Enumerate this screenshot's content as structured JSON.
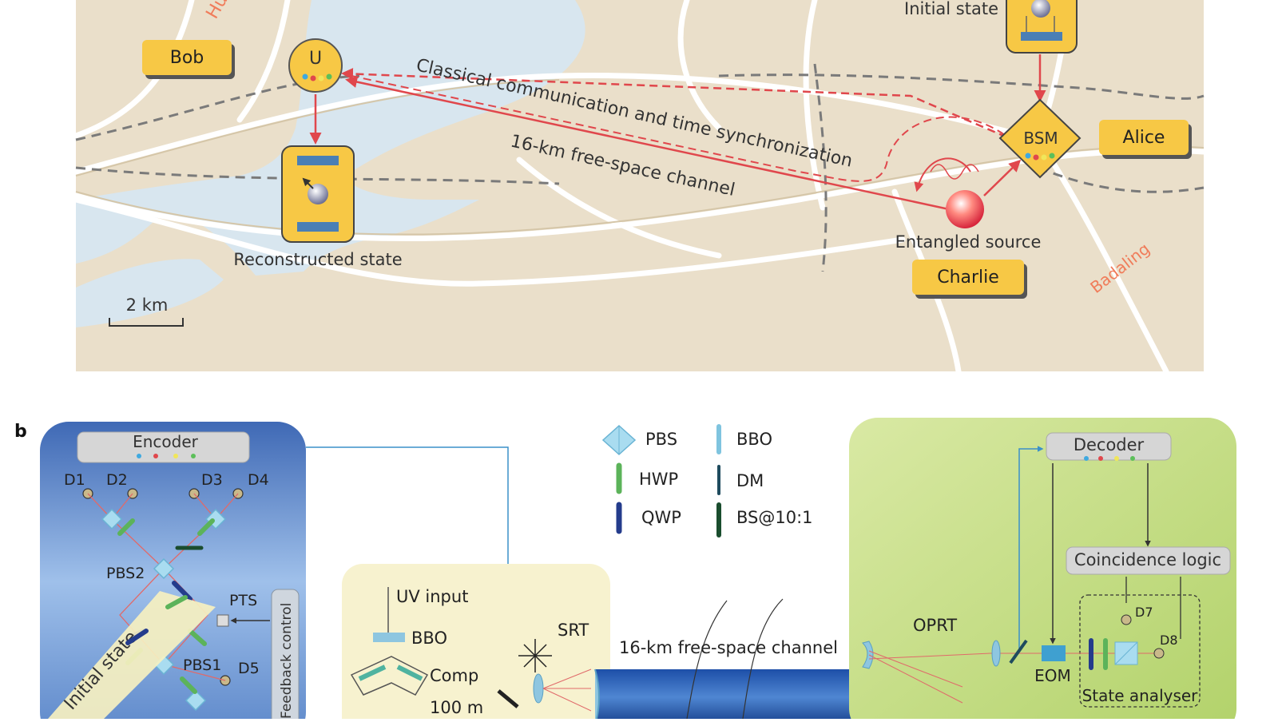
{
  "panel_a": {
    "place_labels": {
      "left": "Hu",
      "right": "Badaling"
    },
    "nodes": {
      "bob": "Bob",
      "alice": "Alice",
      "charlie": "Charlie",
      "u": "U",
      "bsm": "BSM"
    },
    "captions": {
      "initial_state": "Initial state",
      "reconstructed_state": "Reconstructed state",
      "entangled_source": "Entangled source"
    },
    "link_labels": {
      "classical": "Classical communication and time synchronization",
      "free_space": "16-km free-space channel"
    },
    "scale": "2 km",
    "colors": {
      "map_bg": "#eadfca",
      "water": "#d8e6ef",
      "link": "#e0474c",
      "label": "#f7c845"
    }
  },
  "panel_b": {
    "panel_letter": "b",
    "encoder": "Encoder",
    "decoder": "Decoder",
    "detectors": [
      "D1",
      "D2",
      "D3",
      "D4",
      "D5",
      "D7",
      "D8"
    ],
    "components": {
      "pbs2": "PBS2",
      "pbs1": "PBS1",
      "pts": "PTS",
      "feedback": "Feedback control",
      "initial_state": "Initial state",
      "uv_input": "UV input",
      "bbo": "BBO",
      "comp": "Comp",
      "comp_length": "100 m",
      "srt": "SRT",
      "channel": "16-km free-space channel",
      "oprt": "OPRT",
      "eom": "EOM",
      "coincidence": "Coincidence logic",
      "state_analyser": "State analyser"
    },
    "legend": [
      {
        "label": "PBS",
        "icon": "pbs-diamond-icon"
      },
      {
        "label": "BBO",
        "icon": "bbo-bar-icon"
      },
      {
        "label": "HWP",
        "icon": "hwp-bar-icon"
      },
      {
        "label": "DM",
        "icon": "dm-bar-icon"
      },
      {
        "label": "QWP",
        "icon": "qwp-bar-icon"
      },
      {
        "label": "BS@10:1",
        "icon": "bs-bar-icon"
      }
    ]
  }
}
